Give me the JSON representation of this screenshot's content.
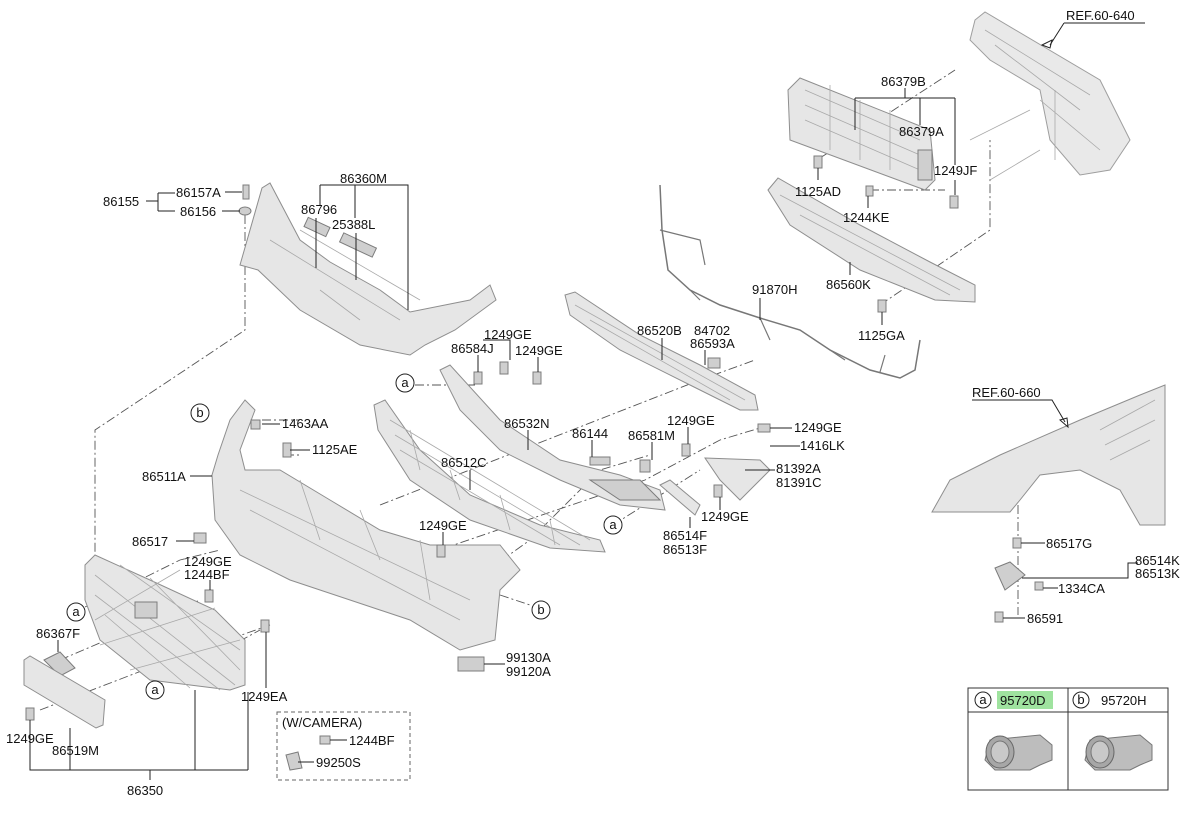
{
  "refs": {
    "ref_top": "REF.60-640",
    "ref_fender": "REF.60-660"
  },
  "labels": {
    "p86155": "86155",
    "p86157A": "86157A",
    "p86156": "86156",
    "p86360M": "86360M",
    "p86796": "86796",
    "p25388L": "25388L",
    "p86379B": "86379B",
    "p86379A": "86379A",
    "p1249JF": "1249JF",
    "p1125AD": "1125AD",
    "p1244KE": "1244KE",
    "p86560K": "86560K",
    "p1125GA": "1125GA",
    "p91870H": "91870H",
    "p86520B": "86520B",
    "p84702": "84702",
    "p86593A": "86593A",
    "p86584J": "86584J",
    "p1249GE_a": "1249GE",
    "p1249GE_b": "1249GE",
    "p1463AA": "1463AA",
    "p1125AE": "1125AE",
    "p86532N": "86532N",
    "p86144": "86144",
    "p86581M": "86581M",
    "p1249GE_c": "1249GE",
    "p1249GE_d": "1249GE",
    "p1416LK": "1416LK",
    "p81392A": "81392A",
    "p81391C": "81391C",
    "p86512C": "86512C",
    "p86511A": "86511A",
    "p86517": "86517",
    "p1249GE_e": "1249GE",
    "p1249GE_f": "1249GE",
    "p1244BF": "1244BF",
    "p86514F": "86514F",
    "p86513F": "86513F",
    "p1249GE_g": "1249GE",
    "p86367F": "86367F",
    "p1249EA": "1249EA",
    "p99130A": "99130A",
    "p99120A": "99120A",
    "p1249GE_h": "1249GE",
    "p86519M": "86519M",
    "p86350": "86350",
    "p86517G": "86517G",
    "p86514K": "86514K",
    "p86513K": "86513K",
    "p1334CA": "1334CA",
    "p86591": "86591"
  },
  "camera_box": {
    "title": "(W/CAMERA)",
    "bolt": "1244BF",
    "bracket": "99250S"
  },
  "callouts": {
    "a": "a",
    "b": "b"
  },
  "legend": {
    "a_letter": "a",
    "a_part": "95720D",
    "a_highlighted": true,
    "b_letter": "b",
    "b_part": "95720H"
  },
  "colors": {
    "highlight": "#9fe39f",
    "part_fill": "#e6e6e6",
    "line": "#222222"
  }
}
